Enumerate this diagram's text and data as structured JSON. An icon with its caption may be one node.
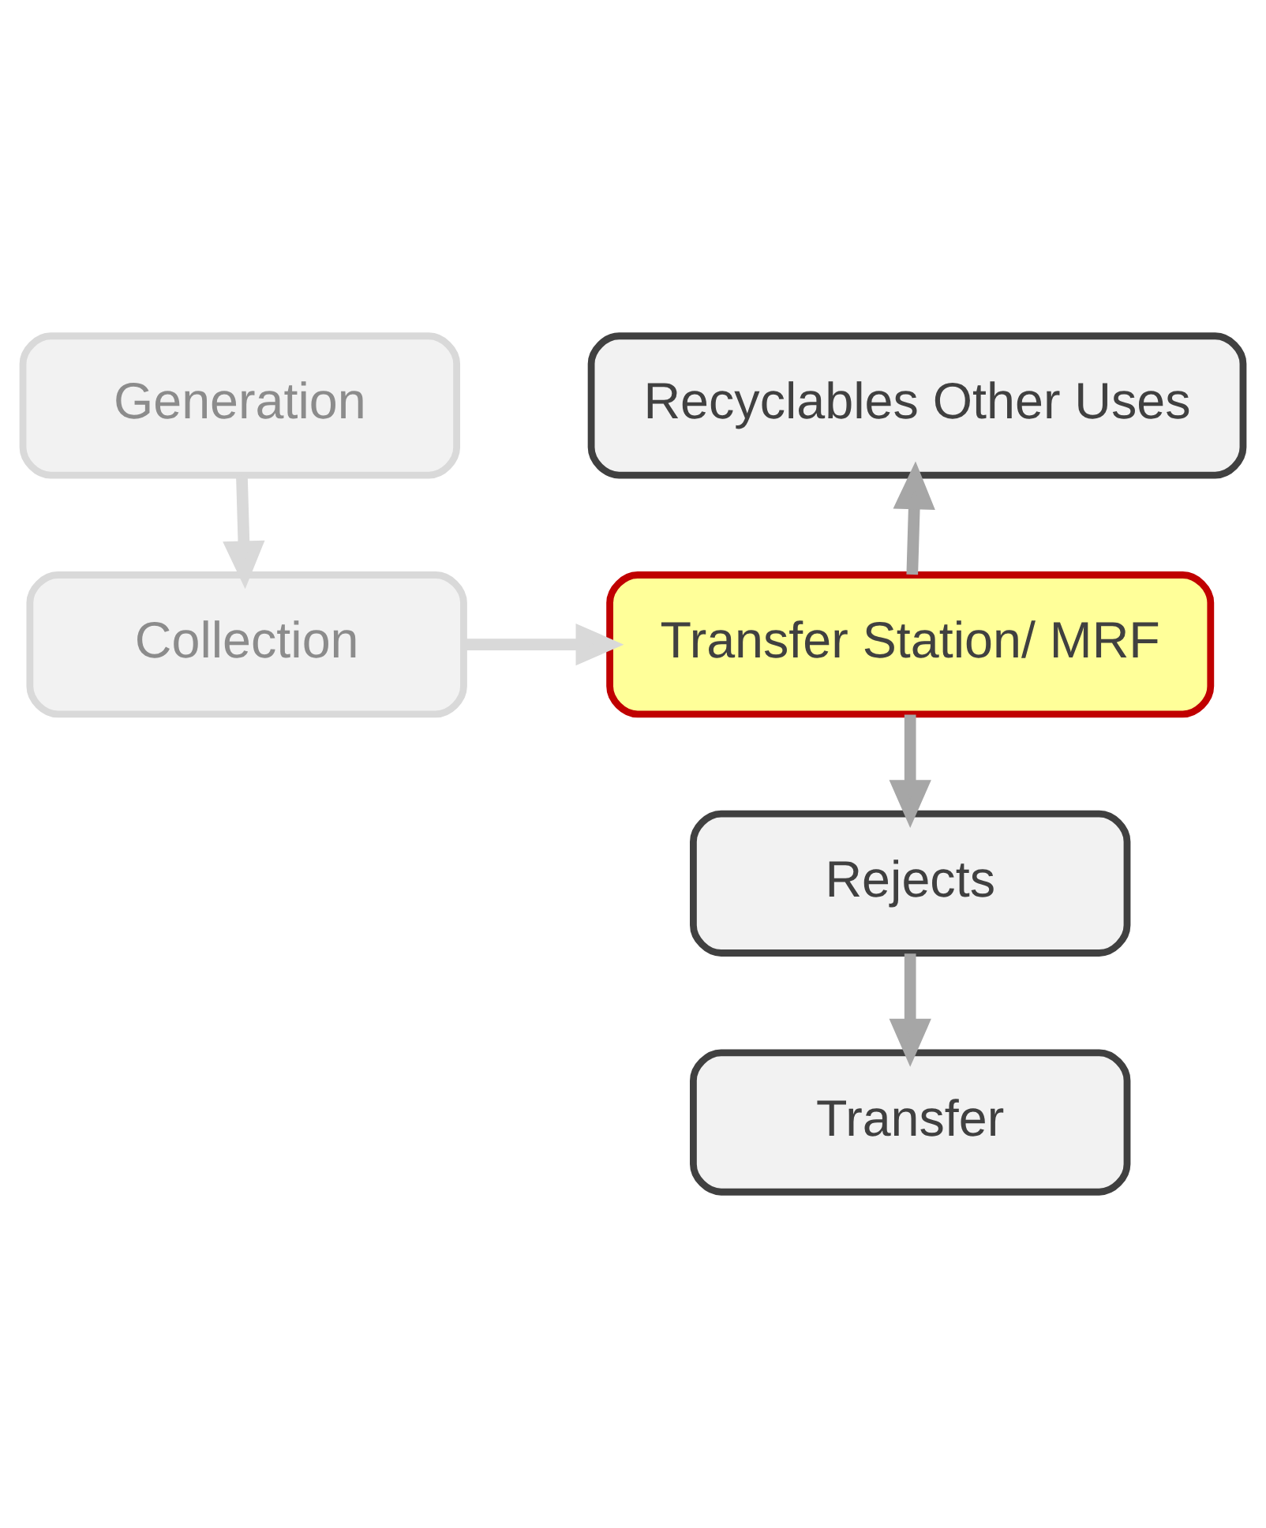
{
  "diagram": {
    "nodes": [
      {
        "text": [
          "Generation"
        ]
      },
      {
        "text": [
          "Collection"
        ]
      },
      {
        "text": [
          "Transfer Station/ MRF"
        ]
      },
      {
        "text": [
          "Recyclables Other Uses"
        ]
      },
      {
        "text": [
          "Rejects"
        ]
      },
      {
        "text": [
          "Transfer"
        ]
      }
    ],
    "edges": [
      {
        "from": 0,
        "to": 1,
        "arrow": "to",
        "color": "#d9d9d9"
      },
      {
        "from": 1,
        "to": 2,
        "arrow": "to",
        "color": "#d9d9d9"
      },
      {
        "from": 2,
        "to": 3,
        "arrow": "to"
      },
      {
        "from": 2,
        "to": 4,
        "arrow": "to"
      },
      {
        "from": 4,
        "to": 5,
        "arrow": "to"
      }
    ]
  }
}
